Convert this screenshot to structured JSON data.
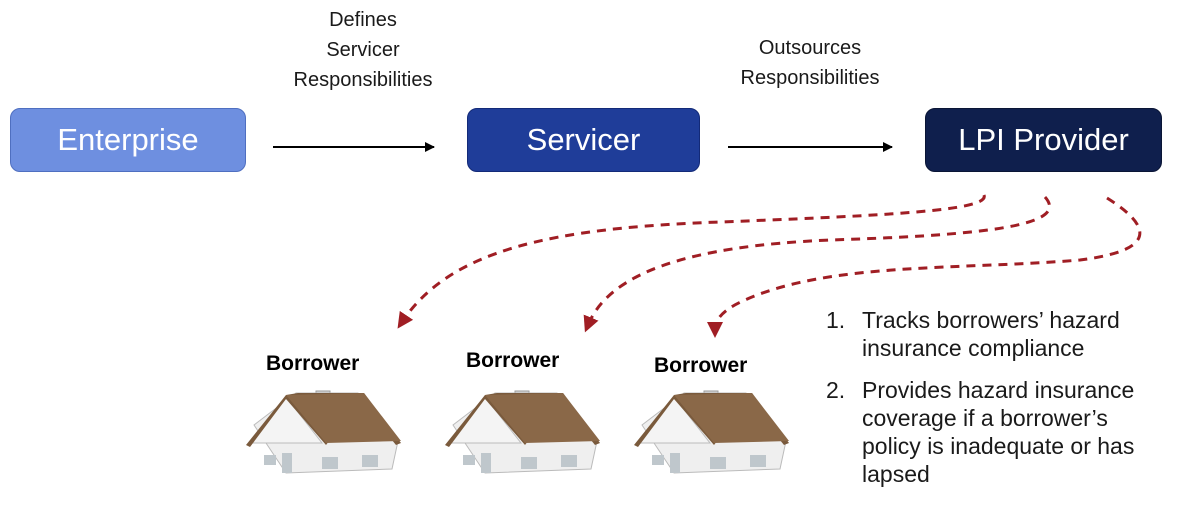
{
  "nodes": {
    "enterprise": "Enterprise",
    "servicer": "Servicer",
    "lpi_provider": "LPI Provider"
  },
  "edges": {
    "enterprise_to_servicer": [
      "Defines",
      "Servicer",
      "Responsibilities"
    ],
    "servicer_to_lpi": [
      "Outsources",
      "Responsibilities"
    ]
  },
  "borrowers": [
    "Borrower",
    "Borrower",
    "Borrower"
  ],
  "duties": [
    {
      "num": "1.",
      "line1": "Tracks borrowers’ hazard",
      "line2": "insurance compliance"
    },
    {
      "num": "2.",
      "line1": "Provides hazard insurance",
      "line2": "coverage if a borrower’s",
      "line3": "policy is inadequate or has",
      "line4": "lapsed"
    }
  ],
  "colors": {
    "enterprise": "#6e8fe0",
    "servicer": "#1f3d99",
    "lpi_provider": "#0f1f4d",
    "dashed_arrow": "#a01e24",
    "roof": "#7a5a3c"
  }
}
